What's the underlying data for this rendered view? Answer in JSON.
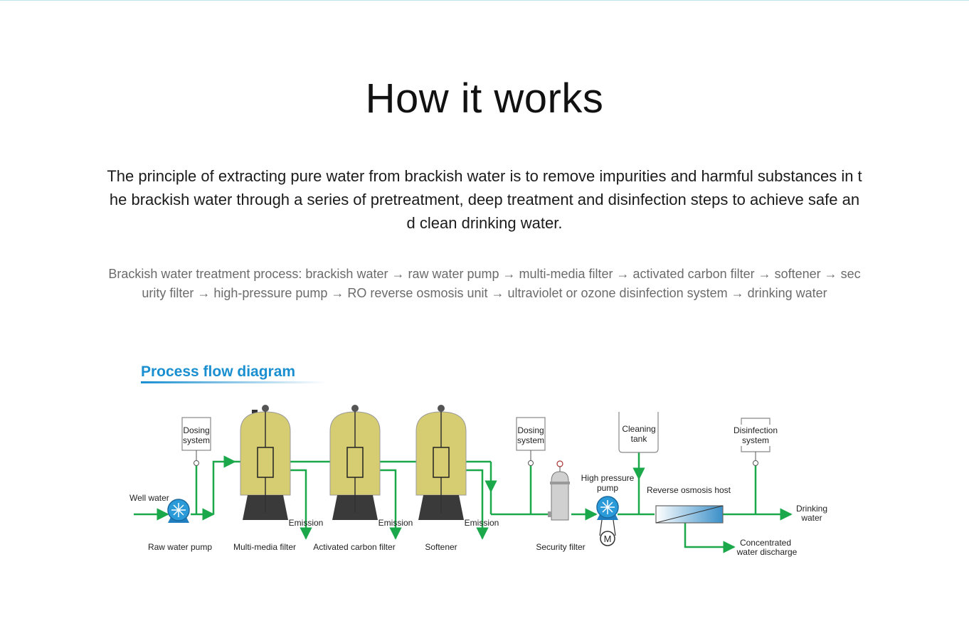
{
  "page": {
    "title": "How it works",
    "intro": "The principle of extracting pure water from brackish water is to remove impurities and harmful substances in the brackish water through a series of pretreatment, deep treatment and disinfection steps to achieve safe and clean drinking water.",
    "process": "Brackish water treatment process: brackish water → raw water pump → multi-media filter → activated carbon filter → softener → security filter → high-pressure pump → RO reverse osmosis unit → ultraviolet or ozone disinfection system → drinking water"
  },
  "diagram": {
    "heading": "Process flow diagram",
    "colors": {
      "pipe": "#1aa84a",
      "tank": "#d6cc72",
      "heading": "#1a8fd0"
    },
    "well_water": "Well water",
    "dosing_1": [
      "Dosing",
      "system"
    ],
    "dosing_2": [
      "Dosing",
      "system"
    ],
    "cleaning_tank": [
      "Cleaning",
      "tank"
    ],
    "disinfection": [
      "Disinfection",
      "system"
    ],
    "high_pressure_pump": [
      "High pressure",
      "pump"
    ],
    "ro_host": "Reverse osmosis host",
    "drinking_water": [
      "Drinking",
      "water"
    ],
    "concentrated": [
      "Concentrated",
      "water discharge"
    ],
    "emission": [
      "Emission",
      "Emission",
      "Emission"
    ],
    "motor": "M",
    "equipment_labels": [
      "Raw water pump",
      "Multi-media filter",
      "Activated carbon filter",
      "Softener",
      "Security filter"
    ]
  }
}
